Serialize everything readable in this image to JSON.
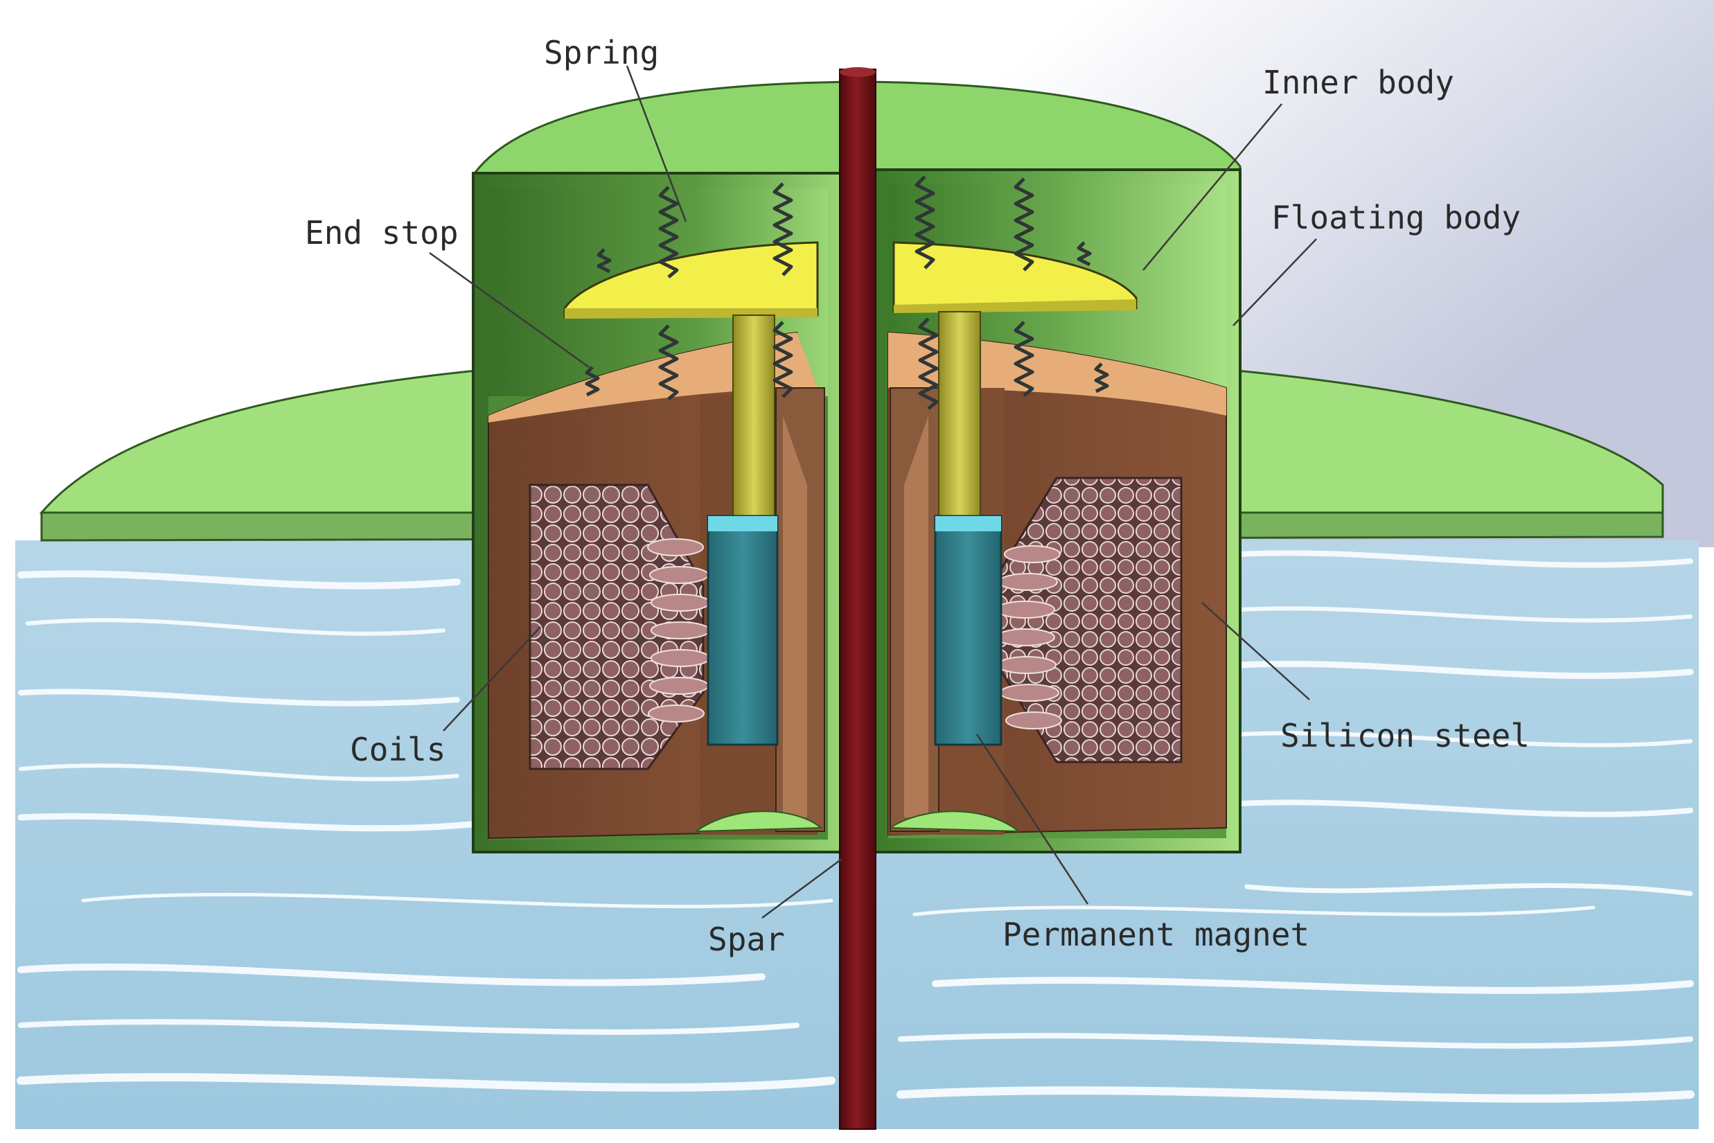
{
  "labels": {
    "spring": "Spring",
    "inner_body": "Inner body",
    "end_stop": "End stop",
    "floating_body": "Floating body",
    "coils": "Coils",
    "silicon_steel": "Silicon steel",
    "spar": "Spar",
    "permanent_magnet": "Permanent magnet"
  },
  "colors": {
    "sky_top": "#ffffff",
    "sky_right": "#c9cfe0",
    "water": "#a9cfe3",
    "water_foam": "#f2f8fc",
    "floating_body": "#9be07a",
    "floating_body_edge": "#2e5a1e",
    "housing_dark_green": "#3f7a2c",
    "housing_light_green": "#8fce6a",
    "inner_body": "#f4f050",
    "silicon_steel": "#7a4a32",
    "end_stop_top": "#e8b07a",
    "coil_circle": "#8a5a5a",
    "coil_block": "#5a3838",
    "permanent_magnet": "#2f7a86",
    "magnet_cap": "#6fd8e6",
    "rod": "#c8c24a",
    "spar": "#6a0f14",
    "spring": "#3a4040"
  }
}
